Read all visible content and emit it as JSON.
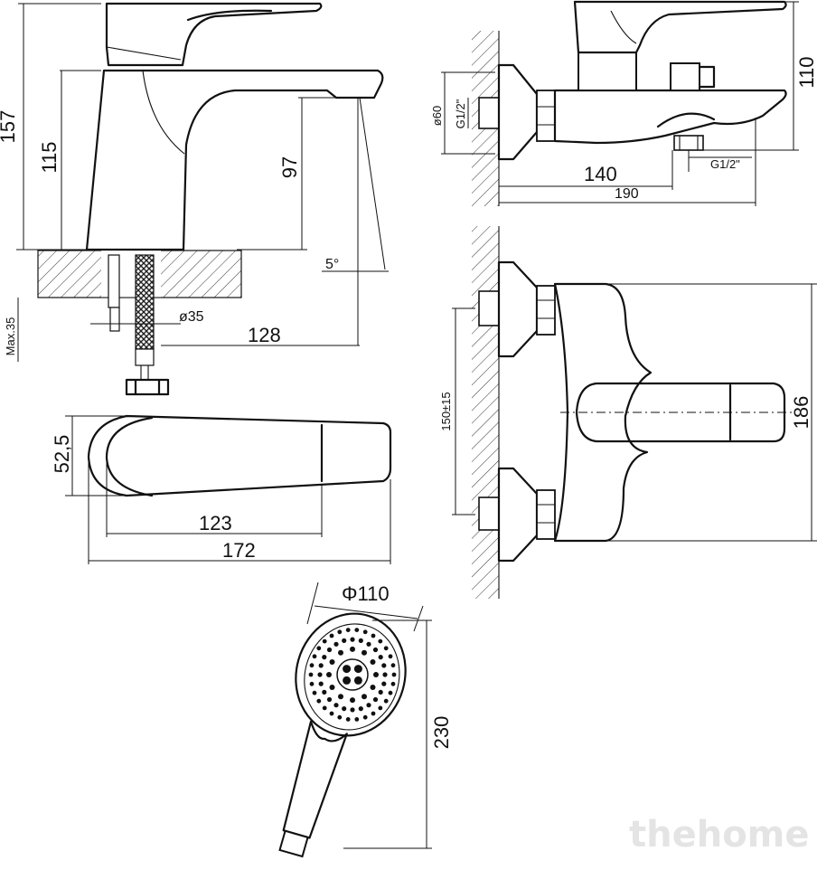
{
  "basin_mixer": {
    "dim_total_height": "157",
    "dim_body_height": "115",
    "dim_spout_height": "97",
    "dim_angle": "5°",
    "dim_max_deck": "Max.35",
    "dim_hole": "ø35",
    "dim_reach": "128"
  },
  "basin_top": {
    "dim_width": "52,5",
    "dim_lever": "123",
    "dim_length": "172"
  },
  "bath_side": {
    "dim_height": "110",
    "dim_flange": "ø60",
    "dim_thread_inlet": "G1/2\"",
    "dim_thread_outlet": "G1/2\"",
    "dim_projection": "140",
    "dim_total_depth": "190"
  },
  "bath_front": {
    "dim_centers": "150±15",
    "dim_width": "186"
  },
  "hand_shower": {
    "dim_diameter": "Φ110",
    "dim_length": "230"
  },
  "watermark": "thehome"
}
